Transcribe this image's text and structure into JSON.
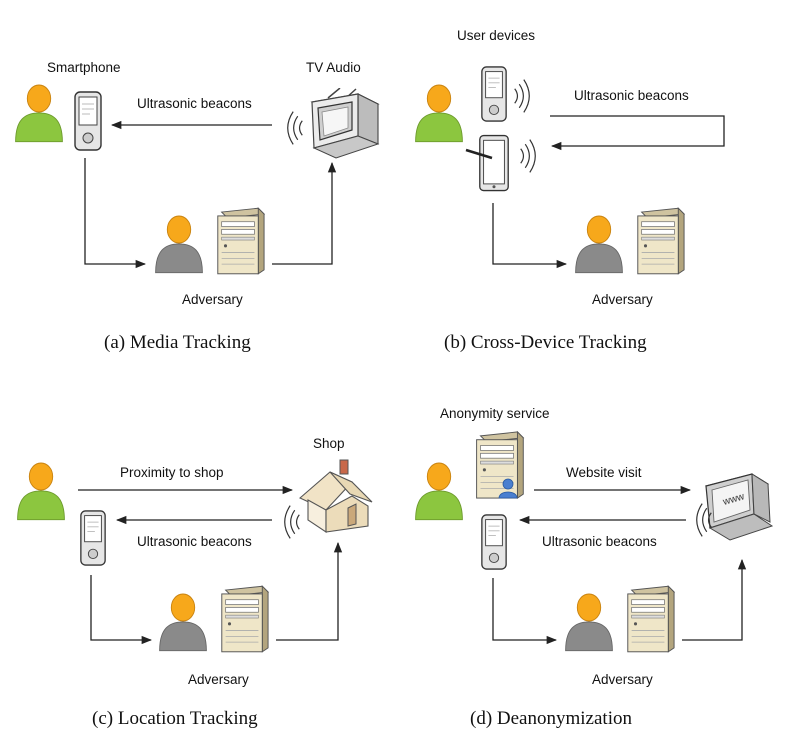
{
  "panels": {
    "a": {
      "caption": "(a) Media Tracking",
      "smartphone_label": "Smartphone",
      "tv_label": "TV Audio",
      "beacon_label": "Ultrasonic beacons",
      "adversary_label": "Adversary"
    },
    "b": {
      "caption": "(b) Cross-Device Tracking",
      "devices_label": "User devices",
      "beacon_label": "Ultrasonic beacons",
      "adversary_label": "Adversary"
    },
    "c": {
      "caption": "(c) Location Tracking",
      "shop_label": "Shop",
      "proximity_label": "Proximity to shop",
      "beacon_label": "Ultrasonic beacons",
      "adversary_label": "Adversary"
    },
    "d": {
      "caption": "(d) Deanonymization",
      "service_label": "Anonymity service",
      "visit_label": "Website visit",
      "beacon_label": "Ultrasonic beacons",
      "adversary_label": "Adversary",
      "screen_text": "www"
    }
  },
  "colors": {
    "user_green": "#8cc63f",
    "user_head": "#f7a81b",
    "adversary_gray": "#8a8a8a",
    "server_beige": "#efe6c8",
    "line": "#222222"
  }
}
